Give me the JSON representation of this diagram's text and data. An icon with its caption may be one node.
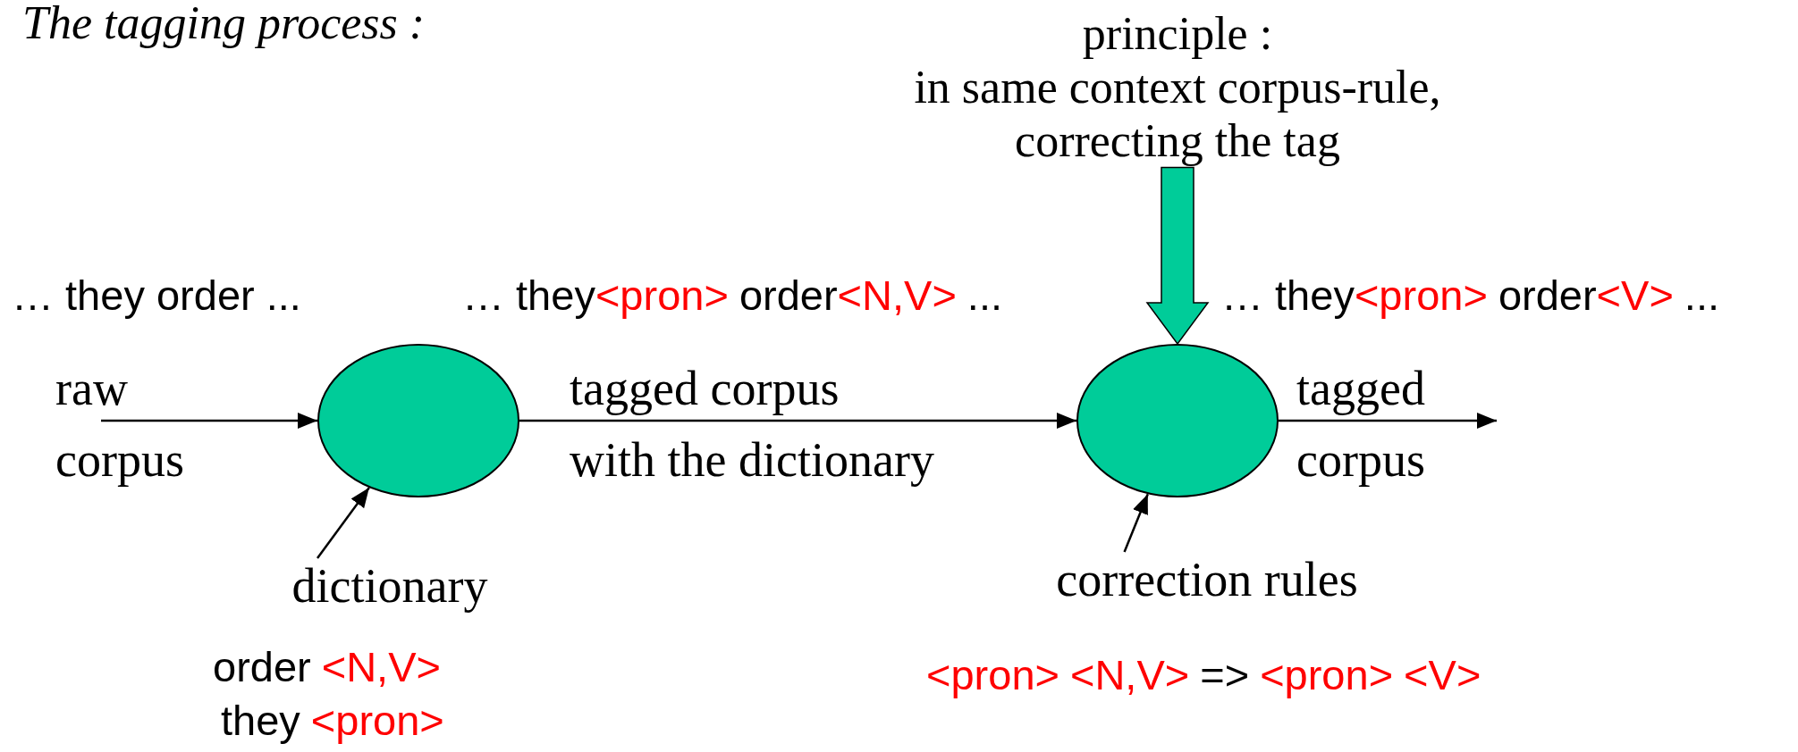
{
  "diagram": {
    "title": "The tagging process :",
    "nodes": [
      {
        "text": [
          "principle :",
          "in same context corpus-rule, correcting the tag"
        ]
      },
      {
        "text": [],
        "shape": "ellipse"
      },
      {
        "text": [],
        "shape": "ellipse"
      },
      {
        "text": [
          "dictionary"
        ]
      },
      {
        "text": [
          "correction rules"
        ]
      }
    ],
    "edges": [
      {
        "from": 0,
        "to": 2,
        "arrow": "to",
        "style": "thick",
        "color": "#00cc99"
      },
      {
        "from": null,
        "to": 1,
        "arrow": "to",
        "label": "raw corpus"
      },
      {
        "from": 1,
        "to": 2,
        "arrow": "to",
        "label": "tagged corpus with the dictionary"
      },
      {
        "from": 2,
        "to": null,
        "arrow": "to",
        "label": "tagged corpus"
      },
      {
        "from": 3,
        "to": 1,
        "arrow": "to"
      },
      {
        "from": 4,
        "to": 2,
        "arrow": "to"
      }
    ],
    "labels": [
      "… they order ...",
      "… they",
      "<pron>",
      "order",
      "<N,V>",
      "...",
      "… they",
      "<pron>",
      "order",
      "<V>",
      "...",
      "order",
      "<N,V>",
      "they",
      "<pron>",
      "<pron>",
      "<N,V>",
      "=>",
      "<pron>",
      "<V>"
    ]
  }
}
